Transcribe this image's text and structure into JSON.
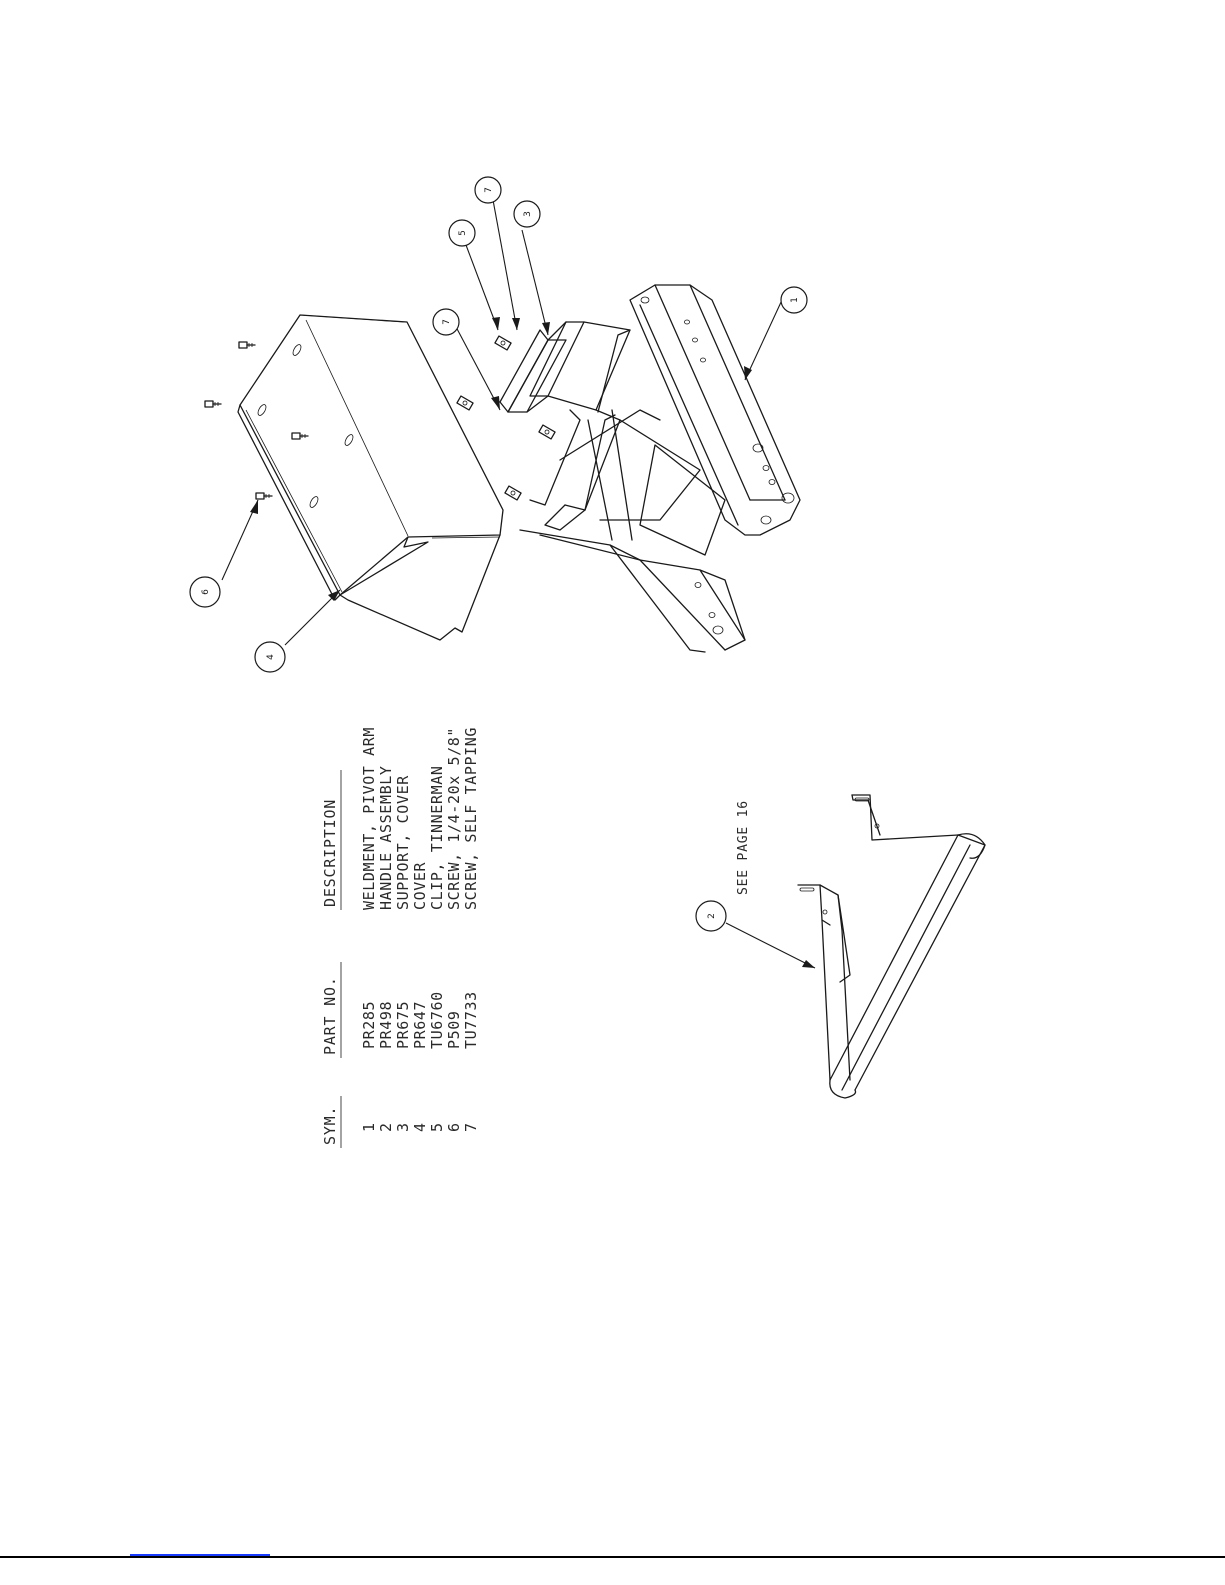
{
  "table": {
    "headers": {
      "sym": "SYM.",
      "part_no": "PART NO.",
      "description": "DESCRIPTION"
    },
    "rows": [
      {
        "sym": "1",
        "part_no": "PR285",
        "description": "WELDMENT, PIVOT ARM"
      },
      {
        "sym": "2",
        "part_no": "PR498",
        "description": "HANDLE ASSEMBLY"
      },
      {
        "sym": "3",
        "part_no": "PR675",
        "description": "SUPPORT, COVER"
      },
      {
        "sym": "4",
        "part_no": "PR647",
        "description": "COVER"
      },
      {
        "sym": "5",
        "part_no": "TU6760",
        "description": "CLIP, TINNERMAN"
      },
      {
        "sym": "6",
        "part_no": "P509",
        "description": "SCREW, 1/4-20x 5/8\""
      },
      {
        "sym": "7",
        "part_no": "TU7733",
        "description": "SCREW, SELF TAPPING"
      }
    ]
  },
  "callouts": {
    "b7a": "7",
    "b5": "5",
    "b7b": "7",
    "b3": "3",
    "b1": "1",
    "b6": "6",
    "b4": "4",
    "b2": "2"
  },
  "handle_note": "SEE PAGE 16"
}
